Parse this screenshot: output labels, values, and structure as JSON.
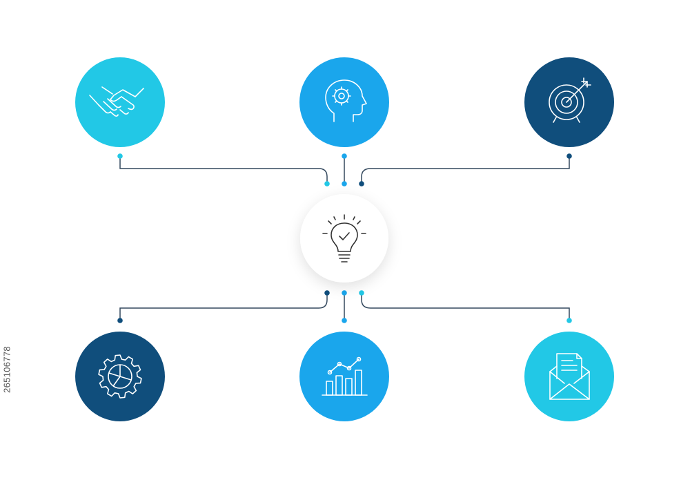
{
  "colors": {
    "light_cyan": "#22c8e6",
    "sky_blue": "#1aa6ec",
    "navy": "#104e7c",
    "line": "#34495e",
    "center_fill": "#ffffff",
    "icon_dark": "#333333"
  },
  "center": {
    "icon": "lightbulb-check-icon"
  },
  "nodes": [
    {
      "id": "top-left",
      "icon": "handshake-icon",
      "color": "light_cyan"
    },
    {
      "id": "top-center",
      "icon": "head-gear-icon",
      "color": "sky_blue"
    },
    {
      "id": "top-right",
      "icon": "target-arrow-icon",
      "color": "navy"
    },
    {
      "id": "bottom-left",
      "icon": "gear-icon",
      "color": "navy"
    },
    {
      "id": "bottom-center",
      "icon": "bar-chart-growth-icon",
      "color": "sky_blue"
    },
    {
      "id": "bottom-right",
      "icon": "envelope-document-icon",
      "color": "light_cyan"
    }
  ],
  "watermark": {
    "id_text": "265106778"
  }
}
